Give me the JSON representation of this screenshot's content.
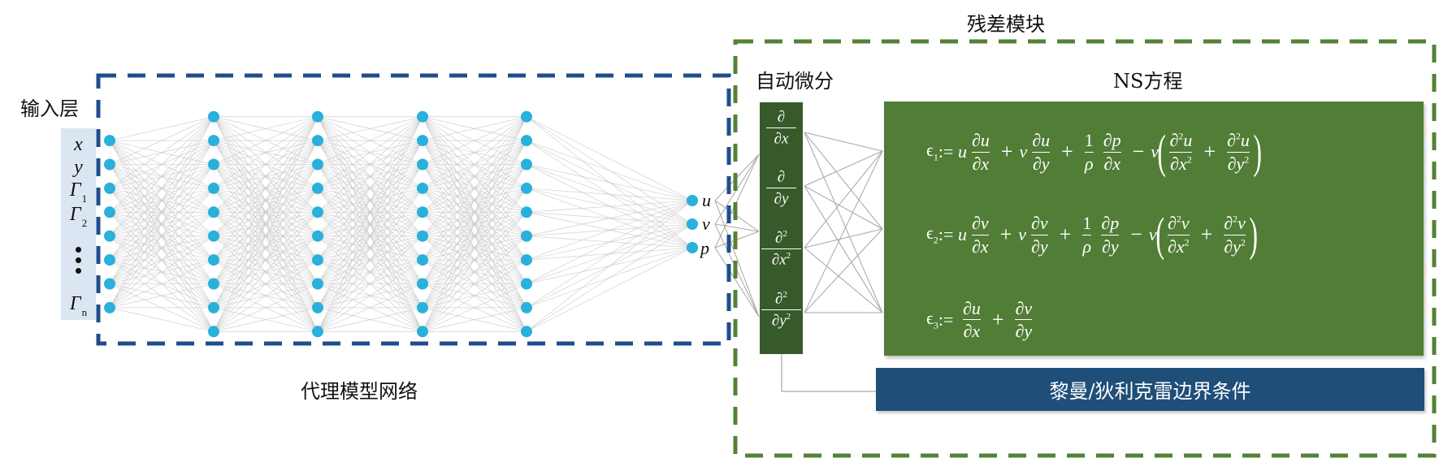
{
  "labels": {
    "input_layer": "输入层",
    "surrogate_network": "代理模型网络",
    "residual_module": "残差模块",
    "auto_diff": "自动微分",
    "ns_equations": "NS方程",
    "boundary_conditions": "黎曼/狄利克雷边界条件"
  },
  "inputs": [
    {
      "symbol": "x",
      "sub": ""
    },
    {
      "symbol": "y",
      "sub": ""
    },
    {
      "symbol": "Γ",
      "sub": "1"
    },
    {
      "symbol": "Γ",
      "sub": "2"
    },
    {
      "symbol": "Γ",
      "sub": "n"
    }
  ],
  "network": {
    "input_nodes": 8,
    "hidden_layers": [
      10,
      10,
      10,
      10
    ],
    "output_nodes": 3
  },
  "outputs": [
    "u",
    "v",
    "p"
  ],
  "derivatives": [
    {
      "num": "∂",
      "num_sup": "",
      "den": "∂x",
      "den_sup": ""
    },
    {
      "num": "∂",
      "num_sup": "",
      "den": "∂y",
      "den_sup": ""
    },
    {
      "num": "∂",
      "num_sup": "2",
      "den": "∂x",
      "den_sup": "2"
    },
    {
      "num": "∂",
      "num_sup": "2",
      "den": "∂y",
      "den_sup": "2"
    }
  ],
  "equations": [
    {
      "lhs": "ϵ",
      "idx": "1",
      "text": "ϵ1 := u ∂u/∂x + v ∂u/∂y + (1/ρ) ∂p/∂x − v(∂²u/∂x² + ∂²u/∂y²)",
      "var": "u",
      "pdir": "x"
    },
    {
      "lhs": "ϵ",
      "idx": "2",
      "text": "ϵ2 := u ∂v/∂x + v ∂v/∂y + (1/ρ) ∂p/∂y − v(∂²v/∂x² + ∂²v/∂y²)",
      "var": "v",
      "pdir": "y"
    },
    {
      "lhs": "ϵ",
      "idx": "3",
      "text": "ϵ3 := ∂u/∂x + ∂v/∂y"
    }
  ],
  "colors": {
    "node": "#29b0dc",
    "network_box": "#1f4e8c",
    "residual_box": "#548235",
    "deriv_box": "#365a2a",
    "eq_box": "#517d37",
    "bc_box": "#1f4e79",
    "input_panel": "#dbe6f2",
    "edge": "#c8c8c8",
    "connector": "#a6a6a6"
  }
}
